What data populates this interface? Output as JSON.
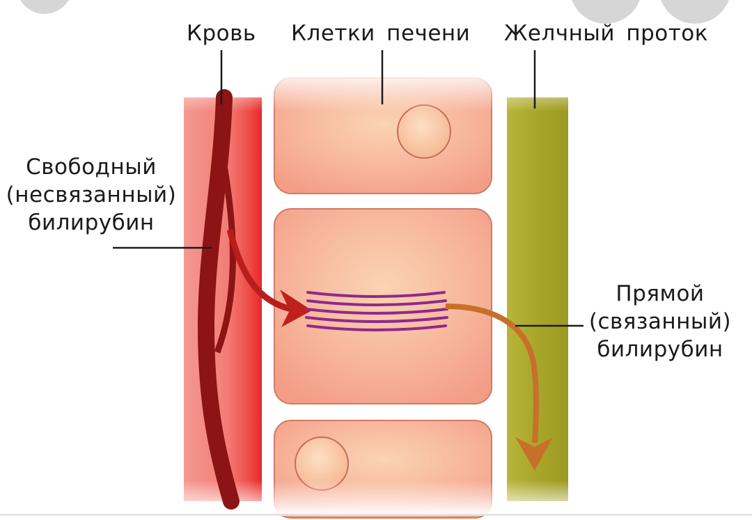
{
  "labels": {
    "blood": "Кровь",
    "liver_cells": "Клетки печени",
    "bile_duct": "Желчный проток",
    "free_bilirubin": [
      "Свободный",
      "(несвязанный)",
      "билирубин"
    ],
    "direct_bilirubin": [
      "Прямой",
      "(связанный)",
      "билирубин"
    ]
  },
  "colors": {
    "blood_vessel_light": "#f28a84",
    "blood_vessel_edge": "#e8262a",
    "blood_flow_dark": "#8e1414",
    "liver_cell": "#f5a48c",
    "liver_cell_center": "#fbd3b4",
    "cell_border": "#c86a5a",
    "nucleus": "#f8c9a4",
    "bile_duct": "#a8a82a",
    "bile_duct_light": "#c4c24a",
    "er_membrane": "#8e2a8a",
    "direct_arrow": "#d0782a",
    "overlay_button": "#d6d6d6"
  },
  "icons": {
    "top_left_button": "menu-icon",
    "top_right_button_1": "share-icon",
    "top_right_button_2": "bookmark-icon"
  }
}
